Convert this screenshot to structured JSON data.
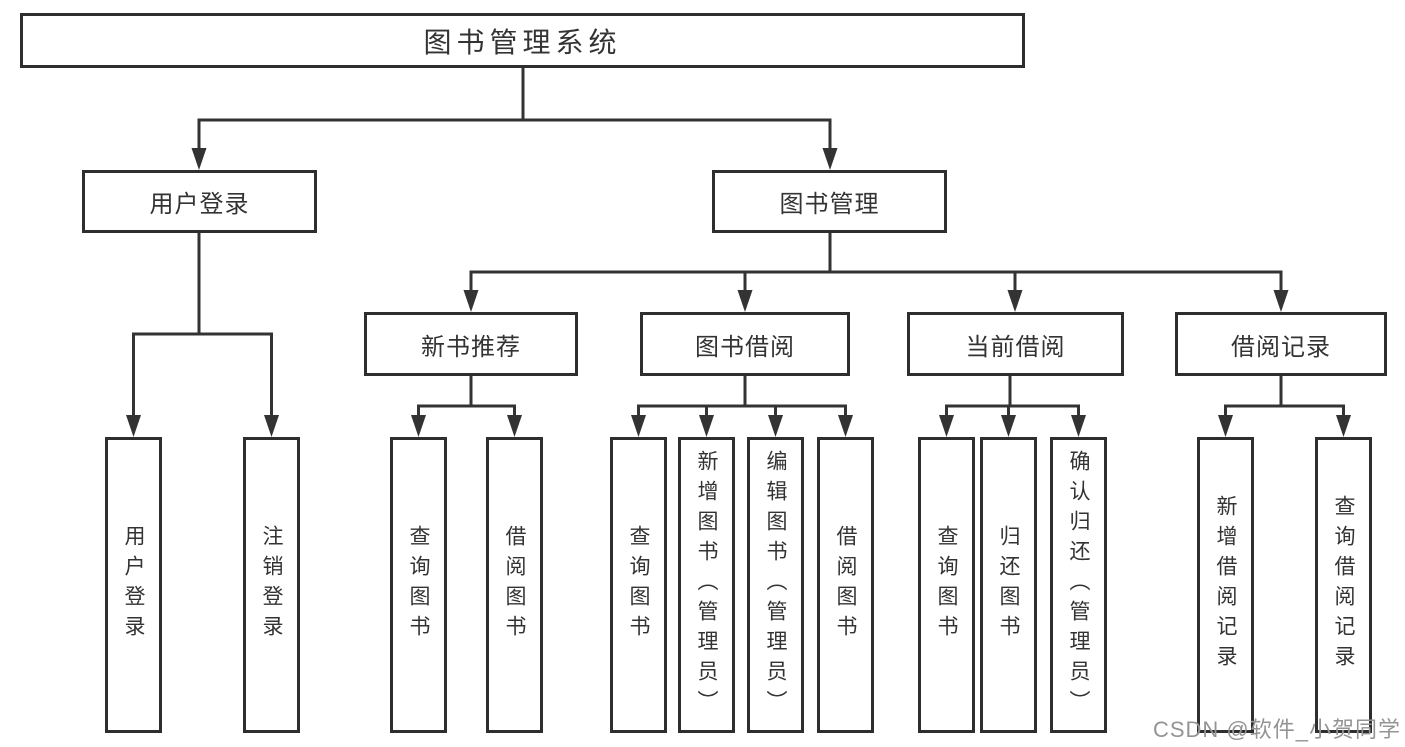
{
  "diagram": {
    "root": {
      "label": "图书管理系统"
    },
    "level2": [
      {
        "label": "用户登录"
      },
      {
        "label": "图书管理"
      }
    ],
    "level3": [
      {
        "label": "新书推荐"
      },
      {
        "label": "图书借阅"
      },
      {
        "label": "当前借阅"
      },
      {
        "label": "借阅记录"
      }
    ],
    "leaves": {
      "user_login": [
        "用户登录",
        "注销登录"
      ],
      "new_book": [
        "查询图书",
        "借阅图书"
      ],
      "book_borrow": [
        "查询图书",
        "新增图书（管理员）",
        "编辑图书（管理员）",
        "借阅图书"
      ],
      "current_borrow": [
        "查询图书",
        "归还图书",
        "确认归还（管理员）"
      ],
      "borrow_record": [
        "新增借阅记录",
        "查询借阅记录"
      ]
    }
  },
  "watermark": {
    "text": "CSDN @软件_小贺同学"
  },
  "colors": {
    "line": "#333333",
    "box_border": "#2e2e2e",
    "text": "#333333",
    "background": "#ffffff",
    "watermark": "#949494"
  }
}
